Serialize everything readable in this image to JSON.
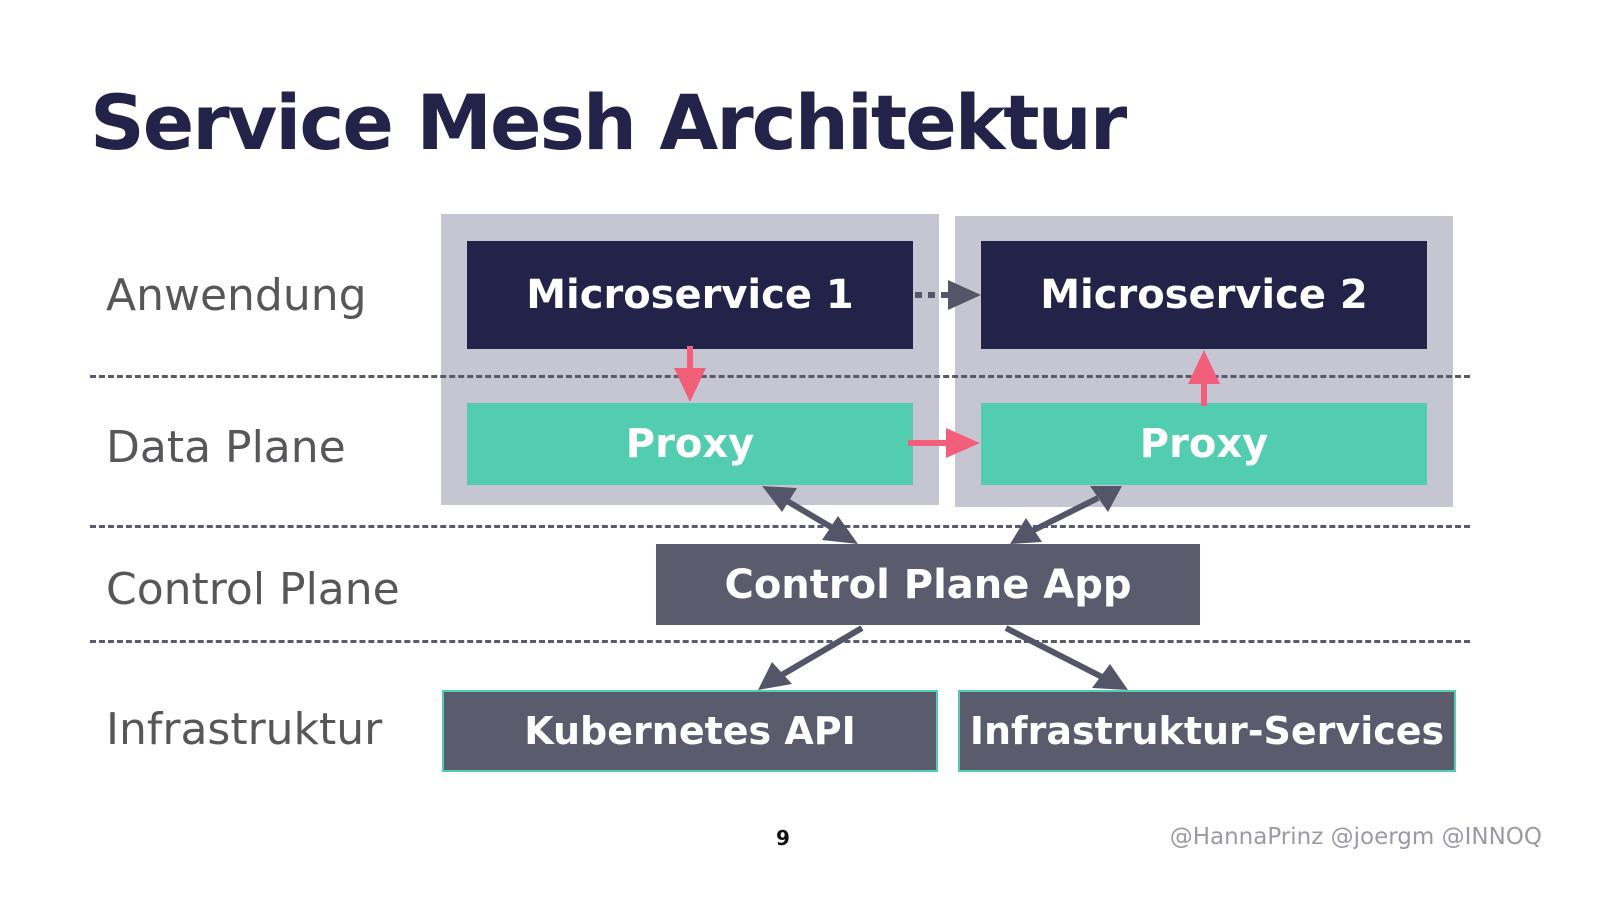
{
  "title": "Service Mesh Architektur",
  "layers": {
    "application": "Anwendung",
    "data_plane": "Data Plane",
    "control_plane": "Control Plane",
    "infrastructure": "Infrastruktur"
  },
  "boxes": {
    "microservice_1": "Microservice 1",
    "microservice_2": "Microservice 2",
    "proxy_1": "Proxy",
    "proxy_2": "Proxy",
    "control_plane_app": "Control Plane App",
    "kubernetes_api": "Kubernetes API",
    "infra_services": "Infrastruktur-Services"
  },
  "footer": {
    "page_number": "9",
    "credits": "@HannaPrinz @joergm @INNOQ"
  },
  "colors": {
    "title": "#23234a",
    "microservice": "#23234a",
    "proxy": "#52cdb0",
    "control": "#5b5b6e",
    "pod": "#c6c6d2",
    "pink_arrow": "#f25f7b",
    "gray_arrow": "#55556a"
  }
}
